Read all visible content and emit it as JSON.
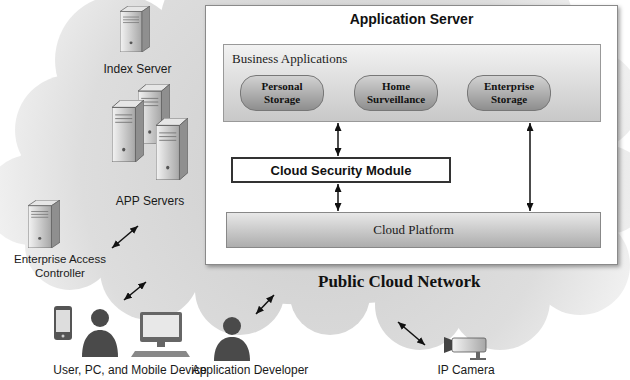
{
  "diagram": {
    "nodes": [
      {
        "text": [
          "Public Cloud Network"
        ]
      },
      {
        "text": [
          "Application Server"
        ],
        "in": 0
      },
      {
        "text": [
          "Business Applications"
        ],
        "in": 1
      },
      {
        "text": [
          "Personal Storage"
        ],
        "in": 2
      },
      {
        "text": [
          "Home Surveillance"
        ],
        "in": 2
      },
      {
        "text": [
          "Enterprise Storage"
        ],
        "in": 2
      },
      {
        "text": [
          "Cloud Security Module"
        ],
        "in": 1
      },
      {
        "text": [
          "Cloud Platform"
        ],
        "in": 1
      },
      {
        "text": [
          "Index Server"
        ],
        "in": 0
      },
      {
        "text": [
          "APP Servers"
        ],
        "in": 0
      },
      {
        "text": [
          "Enterprise Access Controller"
        ]
      },
      {
        "text": [
          "User, PC, and Mobile Device"
        ]
      },
      {
        "text": [
          "Application Developer"
        ]
      },
      {
        "text": [
          "IP Camera"
        ]
      }
    ],
    "edges": [
      {
        "from": 2,
        "to": 6,
        "arrow": "both"
      },
      {
        "from": 6,
        "to": 7,
        "arrow": "both"
      },
      {
        "from": 2,
        "to": 7,
        "arrow": "both"
      },
      {
        "from": 10,
        "to": 0,
        "arrow": "both"
      },
      {
        "from": 11,
        "to": 0,
        "arrow": "both"
      },
      {
        "from": 12,
        "to": 0,
        "arrow": "both"
      },
      {
        "from": 13,
        "to": 0,
        "arrow": "both"
      }
    ]
  }
}
